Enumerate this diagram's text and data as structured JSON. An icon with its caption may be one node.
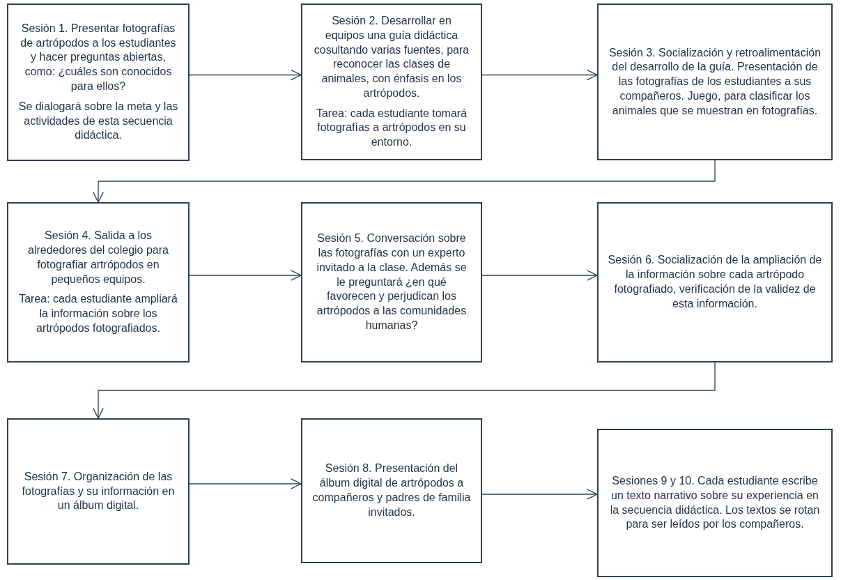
{
  "diagram": {
    "nodes": [
      {
        "text": [
          "Sesión 1. Presentar fotografías de artrópodos a los estudiantes y hacer preguntas abiertas, como: ¿cuáles son conocidos para ellos?",
          "Se dialogará sobre la meta y las actividades de esta secuencia didáctica."
        ]
      },
      {
        "text": [
          "Sesión 2. Desarrollar en equipos una guía didáctica cosultando varias fuentes, para reconocer las clases de animales, con énfasis en los artrópodos.",
          "Tarea: cada estudiante tomará fotografías a artrópodos en su entorno."
        ]
      },
      {
        "text": [
          "Sesión 3. Socialización y retroalimentación del desarrollo de la guía. Presentación de las fotografías de los estudiantes a sus compañeros. Juego, para clasificar los animales que se muestran en fotografías."
        ]
      },
      {
        "text": [
          "Sesión 4. Salida a los alrededores del colegio para fotografiar artrópodos en pequeños equipos.",
          "Tarea: cada estudiante ampliará la información sobre los artrópodos fotografiados."
        ]
      },
      {
        "text": [
          "Sesión 5. Conversación sobre las fotografías con un experto invitado a la clase. Además se le preguntará ¿en qué favorecen y perjudican los artrópodos a las comunidades humanas?"
        ]
      },
      {
        "text": [
          "Sesión 6. Socialización de la ampliación de la información sobre cada artrópodo fotografiado, verificación de la validez de esta información."
        ]
      },
      {
        "text": [
          "Sesión 7. Organización de las fotografías y su información en un álbum digital."
        ]
      },
      {
        "text": [
          "Sesión 8. Presentación del álbum digital de artrópodos a compañeros y padres de familia invitados."
        ]
      },
      {
        "text": [
          "Sesiones 9 y 10. Cada estudiante escribe un texto narrativo sobre su experiencia en la secuencia didáctica. Los textos se rotan para ser leídos por los compañeros."
        ]
      }
    ],
    "edges": [
      {
        "from": 0,
        "to": 1,
        "arrow": "to"
      },
      {
        "from": 1,
        "to": 2,
        "arrow": "to"
      },
      {
        "from": 2,
        "to": 3,
        "arrow": "to"
      },
      {
        "from": 3,
        "to": 4,
        "arrow": "to"
      },
      {
        "from": 4,
        "to": 5,
        "arrow": "to"
      },
      {
        "from": 5,
        "to": 6,
        "arrow": "to"
      },
      {
        "from": 6,
        "to": 7,
        "arrow": "to"
      },
      {
        "from": 7,
        "to": 8,
        "arrow": "to"
      }
    ]
  }
}
